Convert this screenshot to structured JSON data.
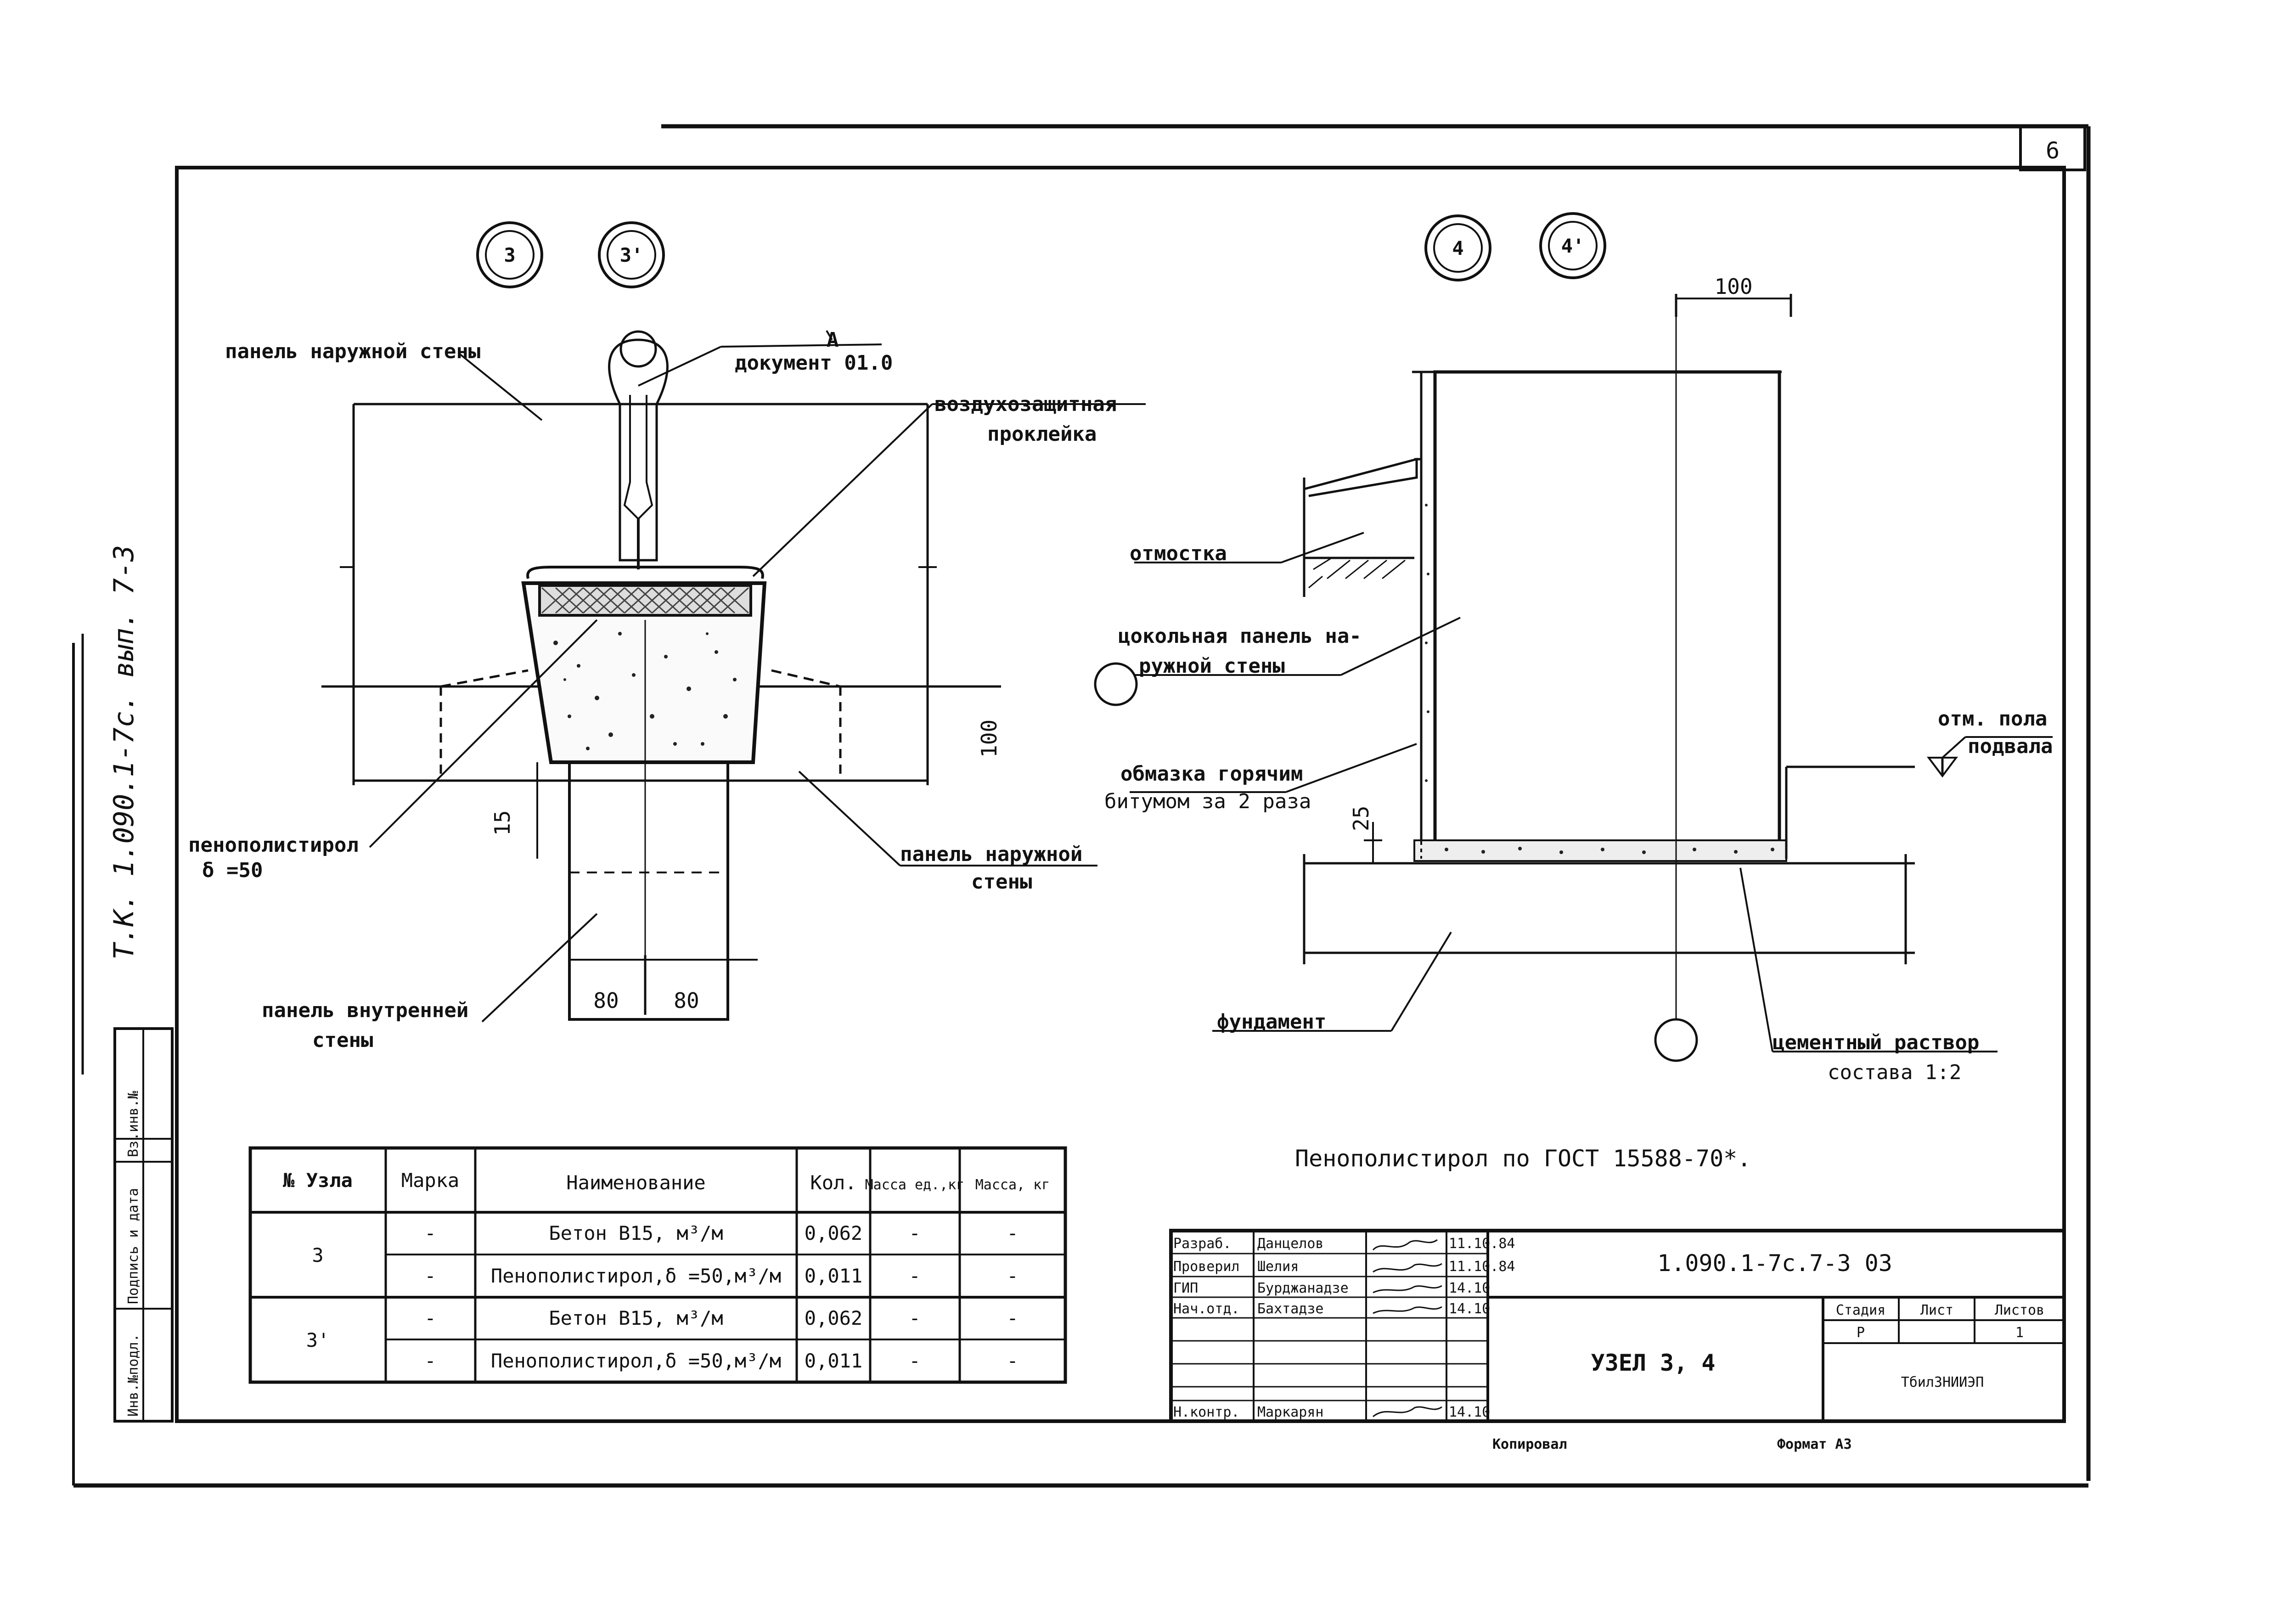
{
  "sheet": {
    "page_number": "6",
    "side_note": "Т.К. 1.090.1-7с. вып. 7-3",
    "stamp_left": [
      "Инв.№подл.",
      "Подпись и дата",
      "Вз.инв.№"
    ]
  },
  "node_markers": [
    "3",
    "3'",
    "4",
    "4'"
  ],
  "left_detail": {
    "labels": {
      "outer_panel_top": "панель наружной стены",
      "document_ref": "документ 01.0",
      "document_mark": "А",
      "air_barrier_1": "воздухозащитная",
      "air_barrier_2": "проклейка",
      "foam_1": "пенополистирол",
      "foam_2": "δ =50",
      "outer_panel_right_1": "панель наружной",
      "outer_panel_right_2": "стены",
      "inner_panel_1": "панель внутренней",
      "inner_panel_2": "стены"
    },
    "dims": {
      "d100": "100",
      "d15": "15",
      "d80a": "80",
      "d80b": "80"
    }
  },
  "right_detail": {
    "labels": {
      "blind_area": "отмостка",
      "plinth_1": "цокольная панель на-",
      "plinth_2": "ружной стены",
      "bitumen_1": "обмазка горячим",
      "bitumen_2": "битумом за 2 раза",
      "floor_1": "отм. пола",
      "floor_2": "подвала",
      "foundation": "фундамент",
      "mortar_1": "цементный раствор",
      "mortar_2": "состава 1:2"
    },
    "dims": {
      "d100": "100",
      "d25": "25"
    }
  },
  "note": "Пенополистирол по ГОСТ 15588-70*.",
  "spec_table": {
    "headers": [
      "№ Узла",
      "Марка",
      "Наименование",
      "Кол.",
      "Масса ед.,кг",
      "Масса, кг"
    ],
    "rows": [
      {
        "node": "3",
        "mark": "-",
        "name": "Бетон В15, м³/м",
        "qty": "0,062",
        "unit_mass": "-",
        "mass": "-"
      },
      {
        "node": "",
        "mark": "-",
        "name": "Пенополистирол,δ =50,м³/м",
        "qty": "0,011",
        "unit_mass": "-",
        "mass": "-"
      },
      {
        "node": "3'",
        "mark": "-",
        "name": "Бетон В15, м³/м",
        "qty": "0,062",
        "unit_mass": "-",
        "mass": "-"
      },
      {
        "node": "",
        "mark": "-",
        "name": "Пенополистирол,δ =50,м³/м",
        "qty": "0,011",
        "unit_mass": "-",
        "mass": "-"
      }
    ]
  },
  "title_block": {
    "doc_code": "1.090.1-7с.7-3 03",
    "title": "УЗЕЛ 3, 4",
    "org": "ТбилЗНИИЭП",
    "stage_label": "Стадия",
    "sheet_label": "Лист",
    "sheets_label": "Листов",
    "stage": "Р",
    "sheet": "",
    "sheets": "1",
    "people": [
      {
        "role": "Разраб.",
        "name": "Данцелов",
        "date": "11.10.84"
      },
      {
        "role": "Проверил",
        "name": "Шелия",
        "date": "11.10.84"
      },
      {
        "role": "ГИП",
        "name": "Бурджанадзе",
        "date": "14.10"
      },
      {
        "role": "Нач.отд.",
        "name": "Бахтадзе",
        "date": "14.10"
      },
      {
        "role": "Н.контр.",
        "name": "Маркарян",
        "date": "14.10"
      }
    ]
  },
  "footer": {
    "copied": "Копировал",
    "format": "Формат А3"
  }
}
